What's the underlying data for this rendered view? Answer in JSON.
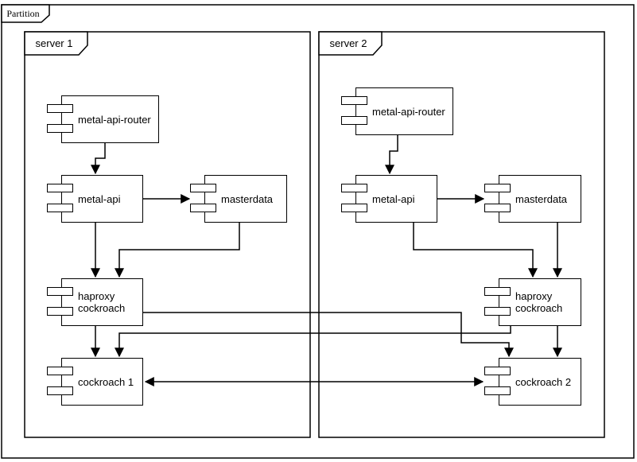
{
  "canvas": {
    "background": "#ffffff",
    "stroke_color": "#000000",
    "fill_color": "#ffffff"
  },
  "partition": {
    "label": "Partition"
  },
  "servers": [
    {
      "label": "server 1",
      "components": {
        "router": "metal-api-router",
        "api": "metal-api",
        "masterdata": "masterdata",
        "haproxy": [
          "haproxy",
          "cockroach"
        ],
        "cockroach": "cockroach 1"
      }
    },
    {
      "label": "server 2",
      "components": {
        "router": "metal-api-router",
        "api": "metal-api",
        "masterdata": "masterdata",
        "haproxy": [
          "haproxy",
          "cockroach"
        ],
        "cockroach": "cockroach 2"
      }
    }
  ],
  "connections": [
    {
      "from": "server1.metal-api-router",
      "to": "server1.metal-api",
      "arrow": "end"
    },
    {
      "from": "server1.metal-api",
      "to": "server1.masterdata",
      "arrow": "end"
    },
    {
      "from": "server1.metal-api",
      "to": "server1.haproxy-cockroach",
      "arrow": "end"
    },
    {
      "from": "server1.masterdata",
      "to": "server1.haproxy-cockroach",
      "arrow": "end"
    },
    {
      "from": "server1.haproxy-cockroach",
      "to": "server1.cockroach-1",
      "arrow": "end"
    },
    {
      "from": "server2.haproxy-cockroach",
      "to": "server1.cockroach-1",
      "arrow": "end"
    },
    {
      "from": "server1.haproxy-cockroach",
      "to": "server2.cockroach-2",
      "arrow": "end"
    },
    {
      "from": "server1.cockroach-1",
      "to": "server2.cockroach-2",
      "arrow": "both"
    },
    {
      "from": "server2.metal-api-router",
      "to": "server2.metal-api",
      "arrow": "end"
    },
    {
      "from": "server2.metal-api",
      "to": "server2.masterdata",
      "arrow": "end"
    },
    {
      "from": "server2.metal-api",
      "to": "server2.haproxy-cockroach",
      "arrow": "end"
    },
    {
      "from": "server2.masterdata",
      "to": "server2.haproxy-cockroach",
      "arrow": "end"
    },
    {
      "from": "server2.haproxy-cockroach",
      "to": "server2.cockroach-2",
      "arrow": "end"
    }
  ]
}
